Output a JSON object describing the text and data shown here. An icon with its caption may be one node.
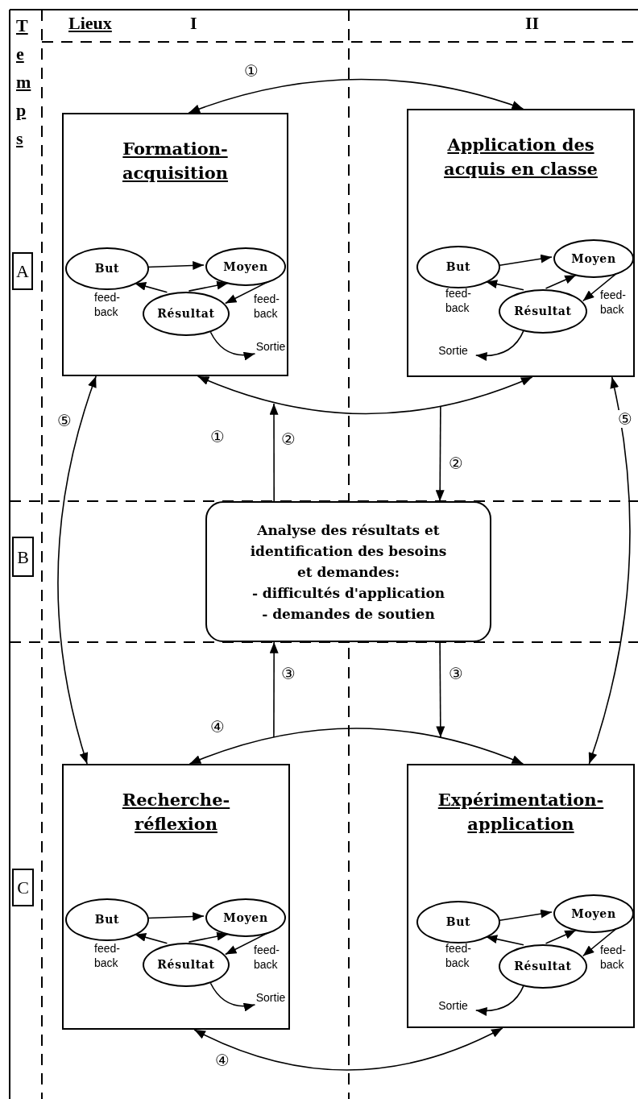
{
  "diagram": {
    "nodes": [
      {
        "text": [
          "Formation-acquisition"
        ]
      },
      {
        "text": [
          "But"
        ],
        "in": 0
      },
      {
        "text": [
          "Moyen"
        ],
        "in": 0
      },
      {
        "text": [
          "Résultat"
        ],
        "in": 0
      },
      {
        "text": [
          "Sortie"
        ],
        "in": 0
      },
      {
        "text": [
          "Application des acquis en classe"
        ]
      },
      {
        "text": [
          "But"
        ],
        "in": 5
      },
      {
        "text": [
          "Moyen"
        ],
        "in": 5
      },
      {
        "text": [
          "Résultat"
        ],
        "in": 5
      },
      {
        "text": [
          "Sortie"
        ],
        "in": 5
      },
      {
        "text": [
          "Analyse des résultats et identification des besoins et demandes:",
          "- difficultés d'application",
          "- demandes de soutien"
        ]
      },
      {
        "text": [
          "Recherche-réflexion"
        ]
      },
      {
        "text": [
          "But"
        ],
        "in": 11
      },
      {
        "text": [
          "Moyen"
        ],
        "in": 11
      },
      {
        "text": [
          "Résultat"
        ],
        "in": 11
      },
      {
        "text": [
          "Sortie"
        ],
        "in": 11
      },
      {
        "text": [
          "Expérimentation-application"
        ]
      },
      {
        "text": [
          "But"
        ],
        "in": 16
      },
      {
        "text": [
          "Moyen"
        ],
        "in": 16
      },
      {
        "text": [
          "Résultat"
        ],
        "in": 16
      },
      {
        "text": [
          "Sortie"
        ],
        "in": 16
      },
      {
        "text": [
          "A"
        ]
      },
      {
        "text": [
          "B"
        ]
      },
      {
        "text": [
          "C"
        ]
      }
    ],
    "edges": [
      {
        "from": 1,
        "to": 2,
        "arrow": "to"
      },
      {
        "from": 3,
        "to": 1,
        "arrow": "to"
      },
      {
        "from": 3,
        "to": 2,
        "arrow": "to"
      },
      {
        "from": 2,
        "to": 3,
        "arrow": "to"
      },
      {
        "from": 3,
        "to": 4,
        "arrow": "to"
      },
      {
        "from": 6,
        "to": 7,
        "arrow": "to"
      },
      {
        "from": 8,
        "to": 6,
        "arrow": "to"
      },
      {
        "from": 8,
        "to": 7,
        "arrow": "to"
      },
      {
        "from": 7,
        "to": 8,
        "arrow": "to"
      },
      {
        "from": 8,
        "to": 9,
        "arrow": "to"
      },
      {
        "from": 12,
        "to": 13,
        "arrow": "to"
      },
      {
        "from": 14,
        "to": 12,
        "arrow": "to"
      },
      {
        "from": 14,
        "to": 13,
        "arrow": "to"
      },
      {
        "from": 13,
        "to": 14,
        "arrow": "to"
      },
      {
        "from": 14,
        "to": 15,
        "arrow": "to"
      },
      {
        "from": 17,
        "to": 18,
        "arrow": "to"
      },
      {
        "from": 19,
        "to": 17,
        "arrow": "to"
      },
      {
        "from": 19,
        "to": 18,
        "arrow": "to"
      },
      {
        "from": 18,
        "to": 19,
        "arrow": "to"
      },
      {
        "from": 19,
        "to": 20,
        "arrow": "to"
      },
      {
        "from": 0,
        "to": 5,
        "arrow": "both",
        "label": "①"
      },
      {
        "from": 0,
        "to": 5,
        "arrow": "both",
        "label": "①"
      },
      {
        "from": 0,
        "to": 11,
        "arrow": "both",
        "label": "⑤"
      },
      {
        "from": 5,
        "to": 16,
        "arrow": "both",
        "label": "⑤"
      },
      {
        "from": 10,
        "to": 0,
        "arrow": "to",
        "label": "②"
      },
      {
        "from": 5,
        "to": 10,
        "arrow": "to",
        "label": "②"
      },
      {
        "from": 11,
        "to": 10,
        "arrow": "to",
        "label": "③"
      },
      {
        "from": 10,
        "to": 16,
        "arrow": "to",
        "label": "③"
      },
      {
        "from": 11,
        "to": 16,
        "arrow": "both",
        "label": "④"
      },
      {
        "from": 11,
        "to": 16,
        "arrow": "both",
        "label": "④"
      }
    ],
    "labels": [
      "Temps",
      "Lieux",
      "I",
      "II",
      "feed- back",
      "feed- back",
      "feed- back",
      "feed- back",
      "feed- back",
      "feed- back",
      "feed- back",
      "feed- back"
    ]
  }
}
